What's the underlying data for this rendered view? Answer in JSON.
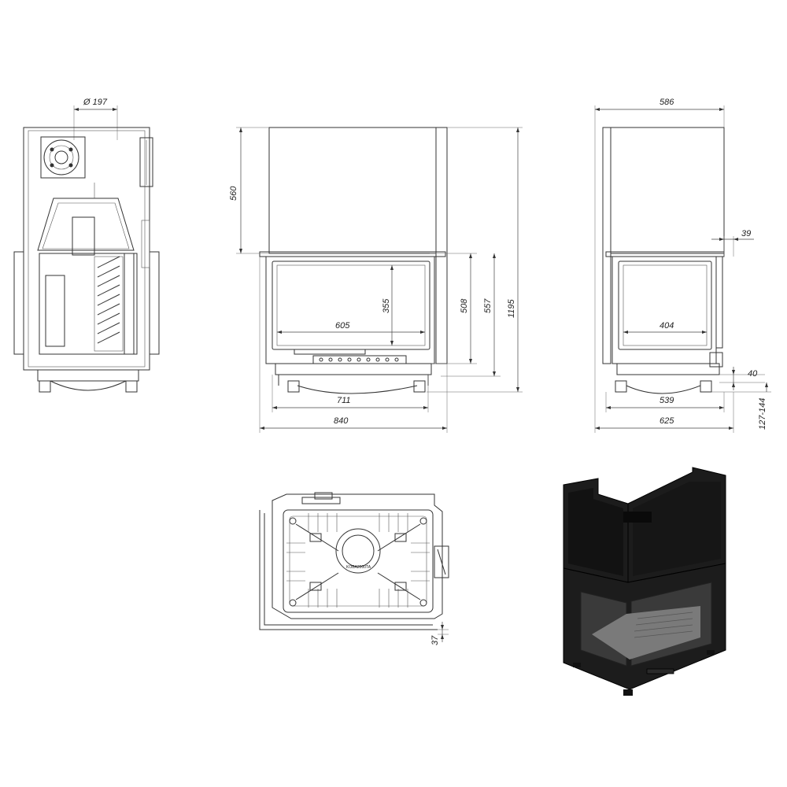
{
  "dimensions": {
    "flue_diameter": "Ø 197",
    "front_upper_height": "560",
    "front_glass_height": "355",
    "front_glass_width": "605",
    "front_height_508": "508",
    "front_height_557": "557",
    "front_total_height": "1195",
    "front_width_711": "711",
    "front_width_840": "840",
    "side_top_width": "586",
    "side_offset_39": "39",
    "side_glass_width": "404",
    "side_bottom_40": "40",
    "side_width_539": "539",
    "side_width_625": "625",
    "side_leg_range": "127-144",
    "plan_offset_37": "37"
  },
  "labels": {
    "plate_marking": "KOBA2000TA"
  }
}
